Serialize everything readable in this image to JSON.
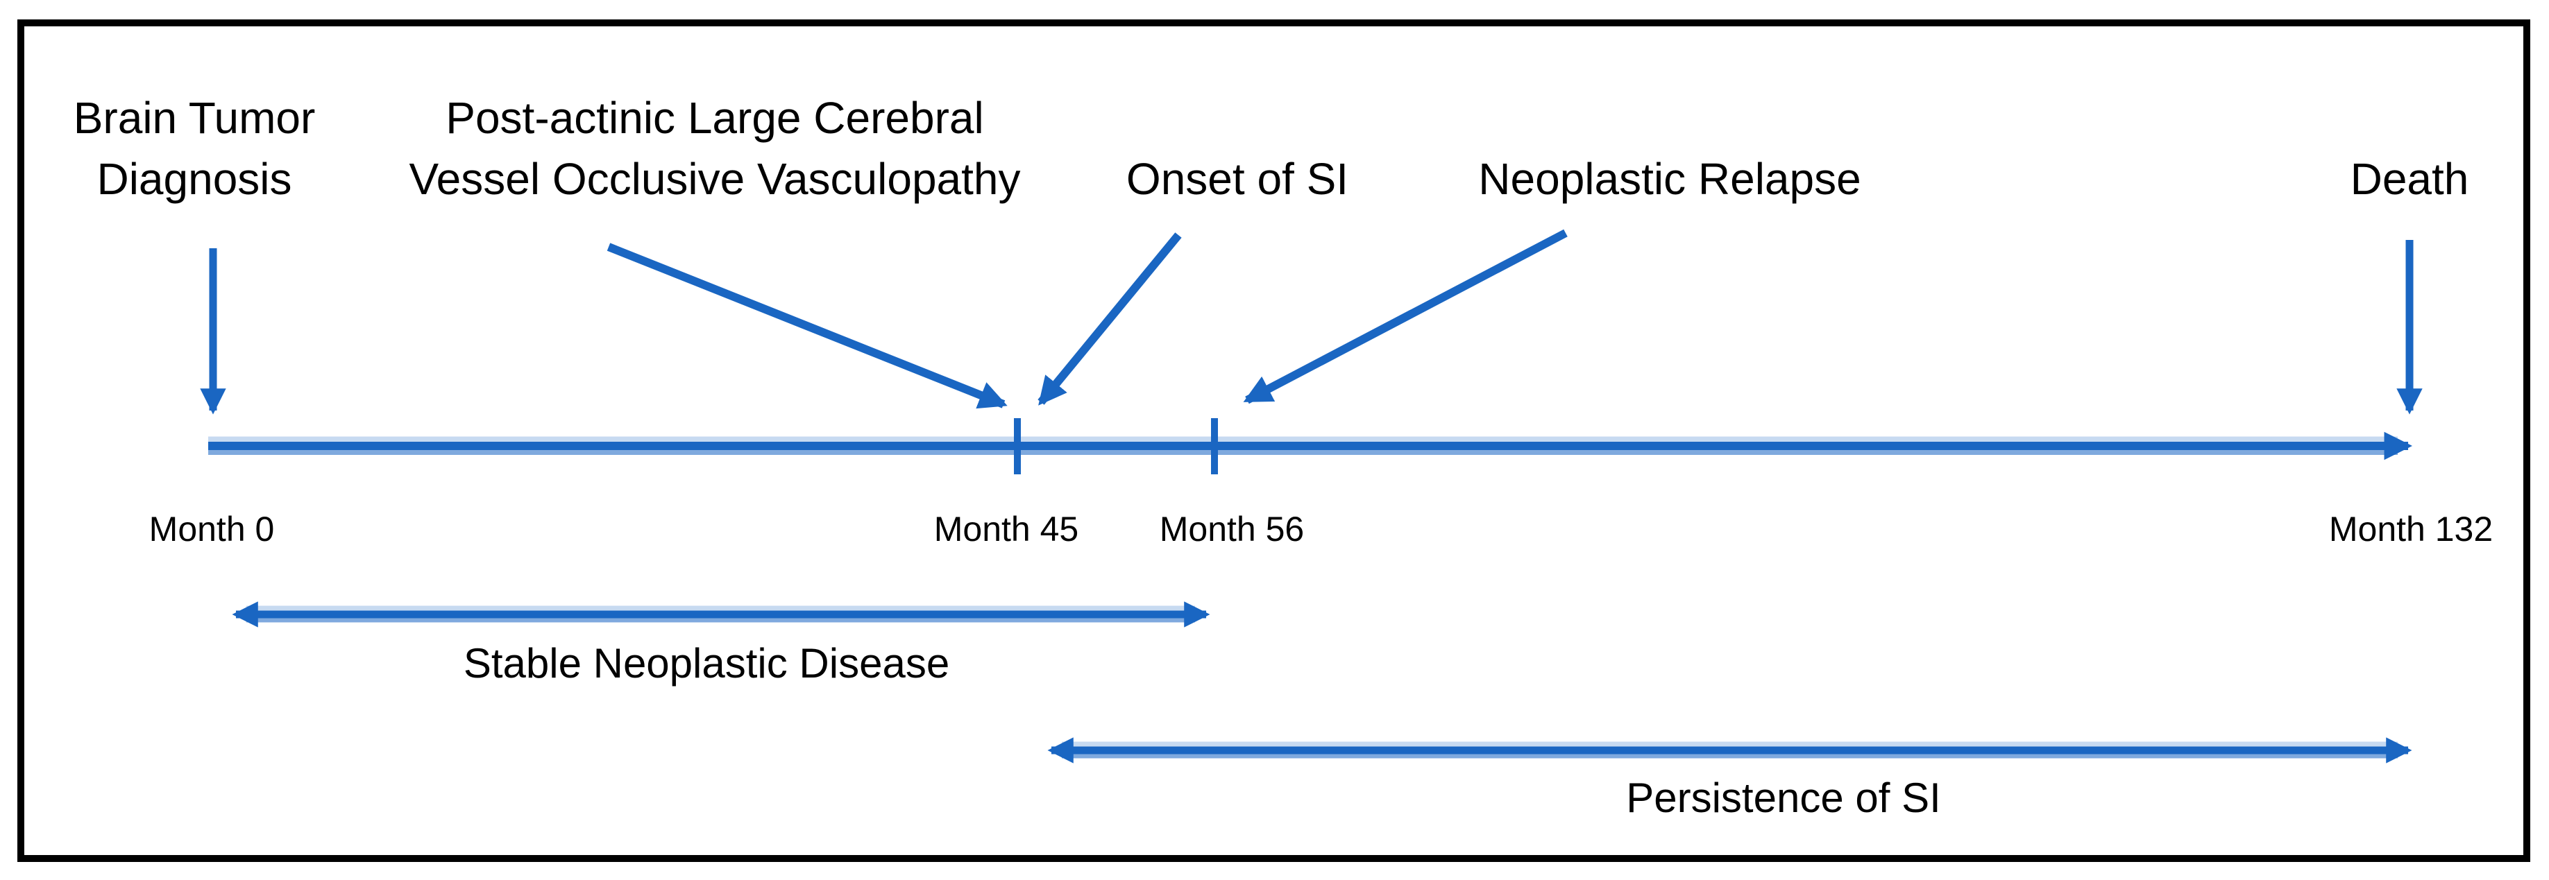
{
  "figure": {
    "type": "clinical-timeline-diagram",
    "events": {
      "brain_tumor": {
        "line1": "Brain Tumor",
        "line2": "Diagnosis"
      },
      "post_actinic": {
        "line1": "Post-actinic Large Cerebral",
        "line2": "Vessel Occlusive Vasculopathy"
      },
      "onset_si": {
        "label": "Onset of SI"
      },
      "neoplastic_relapse": {
        "label": "Neoplastic Relapse"
      },
      "death": {
        "label": "Death"
      }
    },
    "timeline": {
      "month_0": "Month 0",
      "month_45": "Month 45",
      "month_56": "Month 56",
      "month_132": "Month 132"
    },
    "spans": {
      "stable": "Stable Neoplastic Disease",
      "persistence": "Persistence of SI"
    },
    "colors": {
      "arrow_blue": "#1a66c2",
      "arrow_halo_light": "#c7daf1",
      "arrow_halo_medium": "#7fa9de",
      "text": "#000000",
      "border": "#000000",
      "background": "#ffffff"
    }
  }
}
